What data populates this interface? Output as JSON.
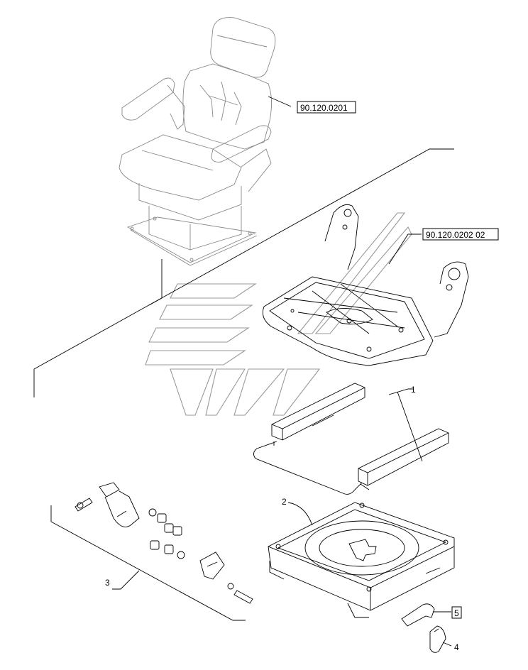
{
  "labels": {
    "ref_seat": "90.120.0201",
    "ref_frame": "90.120.0202 02",
    "item_1": "1",
    "item_2": "2",
    "item_3": "3",
    "item_4": "4",
    "item_5": "5"
  }
}
